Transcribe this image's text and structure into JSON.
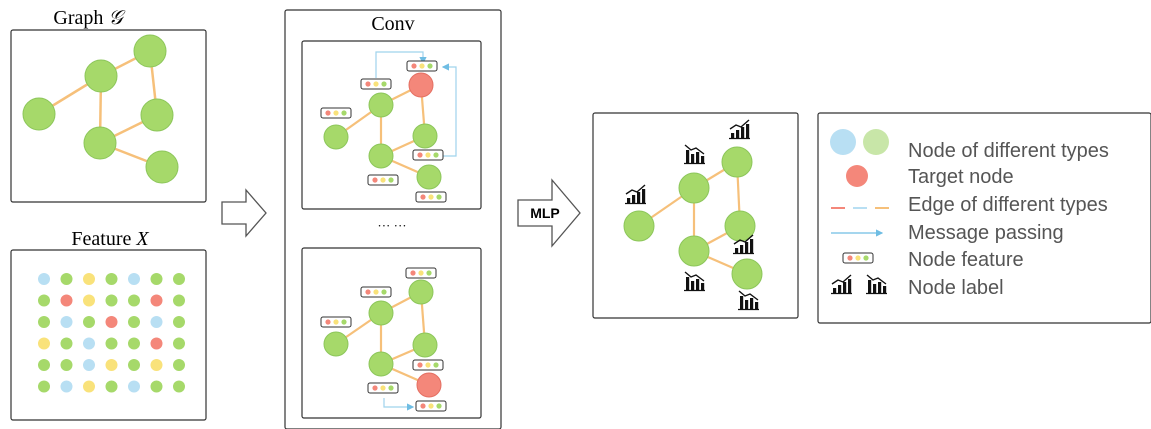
{
  "graph_panel": {
    "title": "Graph",
    "symbol": "𝒢"
  },
  "feature_panel": {
    "title": "Feature",
    "symbol": "X"
  },
  "conv_panel": {
    "title": "Conv",
    "ellipsis": "··· ···"
  },
  "mlp_label": "MLP",
  "legend": {
    "items": [
      {
        "icon": "two-node-types-icon",
        "label": "Node of different types"
      },
      {
        "icon": "target-node-icon",
        "label": "Target node"
      },
      {
        "icon": "edge-types-icon",
        "label": "Edge of different types"
      },
      {
        "icon": "message-arrow-icon",
        "label": "Message passing"
      },
      {
        "icon": "node-feature-icon",
        "label": "Node feature"
      },
      {
        "icon": "node-label-icons",
        "label": "Node label"
      }
    ]
  },
  "feature_matrix": [
    [
      "blue",
      "green",
      "yellow",
      "green",
      "blue",
      "green",
      "green"
    ],
    [
      "green",
      "red",
      "yellow",
      "green",
      "green",
      "red",
      "green"
    ],
    [
      "green",
      "blue",
      "green",
      "red",
      "green",
      "blue",
      "green"
    ],
    [
      "yellow",
      "green",
      "blue",
      "green",
      "green",
      "red",
      "green"
    ],
    [
      "green",
      "green",
      "blue",
      "yellow",
      "green",
      "yellow",
      "green"
    ],
    [
      "green",
      "blue",
      "yellow",
      "green",
      "blue",
      "green",
      "green"
    ]
  ],
  "colors": {
    "node_green": "#a6d96a",
    "node_green_stroke": "#8cc65a",
    "node_blue": "#b8dff3",
    "node_red": "#f4877a",
    "node_yellow": "#f9e27a",
    "edge_orange": "#f6c07a",
    "edge_blue": "#9fd3ec",
    "arrow_blue": "#6fbde3",
    "panel_border": "#333333",
    "legend_text": "#555555"
  }
}
